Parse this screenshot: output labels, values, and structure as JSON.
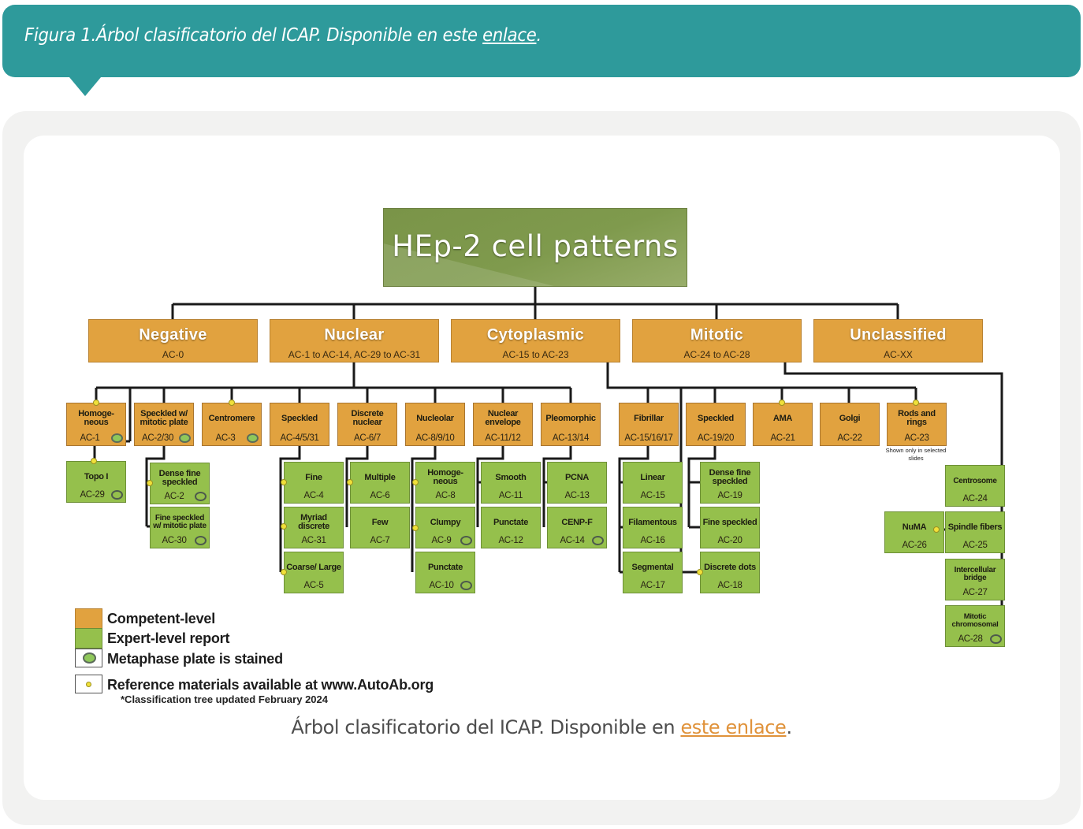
{
  "banner": {
    "prefix": "Figura 1.Árbol clasificatorio del ICAP. Disponible en este ",
    "link": "enlace",
    "suffix": "."
  },
  "diagram": {
    "root": "HEp-2 cell patterns",
    "colors": {
      "competent": "#e1a23f",
      "expert": "#95c04c",
      "root": "#7f9a4d",
      "banner": "#2e9a9b",
      "link": "#e0923a"
    },
    "categories": [
      {
        "title": "Negative",
        "range": "AC-0"
      },
      {
        "title": "Nuclear",
        "range": "AC-1 to AC-14, AC-29 to AC-31"
      },
      {
        "title": "Cytoplasmic",
        "range": "AC-15 to AC-23"
      },
      {
        "title": "Mitotic",
        "range": "AC-24 to AC-28"
      },
      {
        "title": "Unclassified",
        "range": "AC-XX"
      }
    ],
    "competent_patterns": [
      {
        "name": "Homoge-neous",
        "code": "AC-1"
      },
      {
        "name": "Speckled w/ mitotic plate",
        "code": "AC-2/30"
      },
      {
        "name": "Centromere",
        "code": "AC-3"
      },
      {
        "name": "Speckled",
        "code": "AC-4/5/31"
      },
      {
        "name": "Discrete nuclear",
        "code": "AC-6/7"
      },
      {
        "name": "Nucleolar",
        "code": "AC-8/9/10"
      },
      {
        "name": "Nuclear envelope",
        "code": "AC-11/12"
      },
      {
        "name": "Pleomorphic",
        "code": "AC-13/14"
      },
      {
        "name": "Fibrillar",
        "code": "AC-15/16/17"
      },
      {
        "name": "Speckled",
        "code": "AC-19/20"
      },
      {
        "name": "AMA",
        "code": "AC-21"
      },
      {
        "name": "Golgi",
        "code": "AC-22"
      },
      {
        "name": "Rods and rings",
        "code": "AC-23"
      }
    ],
    "rods_note": "Shown only in selected slides",
    "expert_patterns": [
      {
        "name": "Topo I",
        "code": "AC-29"
      },
      {
        "name": "Dense fine speckled",
        "code": "AC-2"
      },
      {
        "name": "Fine speckled w/ mitotic plate",
        "code": "AC-30"
      },
      {
        "name": "Fine",
        "code": "AC-4"
      },
      {
        "name": "Myriad discrete",
        "code": "AC-31"
      },
      {
        "name": "Coarse/ Large",
        "code": "AC-5"
      },
      {
        "name": "Multiple",
        "code": "AC-6"
      },
      {
        "name": "Few",
        "code": "AC-7"
      },
      {
        "name": "Homoge-neous",
        "code": "AC-8"
      },
      {
        "name": "Clumpy",
        "code": "AC-9"
      },
      {
        "name": "Punctate",
        "code": "AC-10"
      },
      {
        "name": "Smooth",
        "code": "AC-11"
      },
      {
        "name": "Punctate",
        "code": "AC-12"
      },
      {
        "name": "PCNA",
        "code": "AC-13"
      },
      {
        "name": "CENP-F",
        "code": "AC-14"
      },
      {
        "name": "Linear",
        "code": "AC-15"
      },
      {
        "name": "Filamentous",
        "code": "AC-16"
      },
      {
        "name": "Segmental",
        "code": "AC-17"
      },
      {
        "name": "Dense fine speckled",
        "code": "AC-19"
      },
      {
        "name": "Fine speckled",
        "code": "AC-20"
      },
      {
        "name": "Discrete dots",
        "code": "AC-18"
      },
      {
        "name": "Centrosome",
        "code": "AC-24"
      },
      {
        "name": "NuMA",
        "code": "AC-26"
      },
      {
        "name": "Spindle fibers",
        "code": "AC-25"
      },
      {
        "name": "Intercellular bridge",
        "code": "AC-27"
      },
      {
        "name": "Mitotic chromosomal",
        "code": "AC-28"
      }
    ],
    "legend": {
      "competent": "Competent-level",
      "expert": "Expert-level report",
      "metaphase": "Metaphase plate is stained",
      "reference": "Reference materials available at www.AutoAb.org",
      "note": "*Classification tree updated February 2024"
    }
  },
  "caption": {
    "text": "Árbol clasificatorio del ICAP. Disponible en ",
    "link": "este enlace",
    "suffix": "."
  }
}
